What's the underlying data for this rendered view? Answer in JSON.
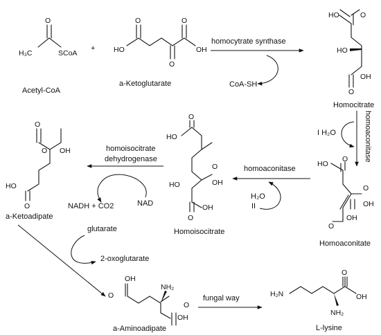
{
  "compounds": {
    "acetyl_coa": {
      "name": "Acetyl-CoA",
      "atoms": {
        "h3c": "H₃C",
        "scoa": "SCoA",
        "o": "O"
      }
    },
    "plus": "+",
    "a_ketoglutarate": {
      "name": "a-Ketoglutarate",
      "atoms": {
        "ho": "HO",
        "oh": "OH",
        "o1": "O",
        "o2": "O",
        "o3": "O"
      }
    },
    "homocitrate": {
      "name": "Homocitrate",
      "atoms": {
        "ho_top": "HO",
        "o_top": "O",
        "ho_mid": "HO",
        "oh_bot": "OH",
        "o_bot": "O"
      }
    },
    "homoaconitate": {
      "name": "Homoaconitate",
      "atoms": {
        "ho_top": "HO",
        "o_top": "O",
        "o_mid": "O",
        "oh_mid": "OH",
        "o_bot": "O",
        "oh_bot": "OH"
      }
    },
    "homoisocitrate": {
      "name": "Homoisocitrate",
      "atoms": {
        "ho_top": "HO",
        "o_top": "O",
        "o_mid": "O",
        "oh_mid": "OH",
        "ho_low": "HO",
        "o_bot": "O",
        "oh_bot": "OH"
      }
    },
    "a_ketoadipate": {
      "name": "a-Ketoadipate",
      "atoms": {
        "o_top": "O",
        "oh_top": "OH",
        "o_k": "O",
        "ho": "HO",
        "o_bot": "O"
      }
    },
    "a_aminoadipate": {
      "name": "a-Aminoadipate",
      "atoms": {
        "o_top": "O",
        "oh_top": "OH",
        "nh2": "NH₂",
        "o_r": "O",
        "oh_r": "OH"
      }
    },
    "l_lysine": {
      "name": "L-lysine",
      "atoms": {
        "h2n": "H₂N",
        "o": "O",
        "oh": "OH",
        "nh2": "NH₂"
      }
    }
  },
  "reactions": {
    "homocytrate_synthase": {
      "enzyme": "homocytrate synthase",
      "byproduct": "CoA-SH"
    },
    "homoaconitase_dehydration": {
      "enzyme": "homoaconitase",
      "reagent": "I  H₂O"
    },
    "homoaconitase_hydration": {
      "enzyme": "homoaconitase",
      "reagent_line1": "H₂O",
      "reagent_line2": "II"
    },
    "homoisocitrate_dehydrogenase": {
      "enzyme_line1": "homoisocitrate",
      "enzyme_line2": "dehydrogenase",
      "cofactor_in": "NAD",
      "cofactor_out": "NADH + CO2"
    },
    "transamination": {
      "cosubstrate": "glutarate",
      "coproduct": "2-oxoglutarate"
    },
    "fungal_way": {
      "label": "fungal way"
    }
  }
}
